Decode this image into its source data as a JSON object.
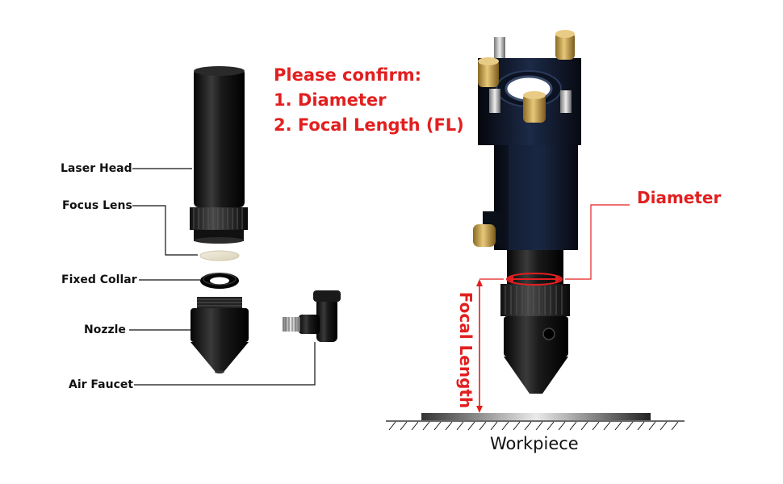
{
  "confirm": {
    "heading": "Please confirm:",
    "item1": "1. Diameter",
    "item2": "2. Focal Length (FL)"
  },
  "parts": {
    "laser_head": "Laser Head",
    "focus_lens": "Focus Lens",
    "fixed_collar": "Fixed Collar",
    "nozzle": "Nozzle",
    "air_faucet": "Air Faucet"
  },
  "measure": {
    "diameter": "Diameter",
    "focal_length": "Focal Length"
  },
  "workpiece": "Workpiece",
  "colors": {
    "accent_red": "#e21f1f",
    "metal_black": "#141414",
    "head_blue": "#0e1a33",
    "brass": "#c8a24a"
  }
}
